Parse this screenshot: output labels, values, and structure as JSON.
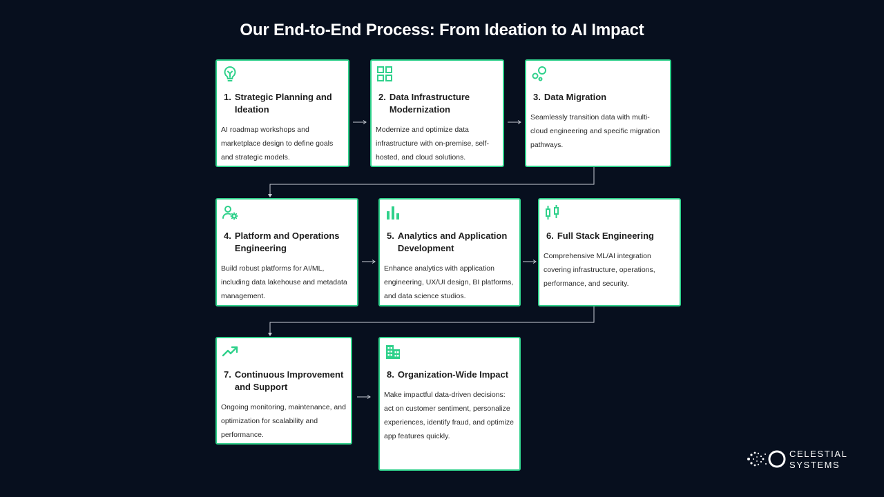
{
  "title": "Our End-to-End Process: From Ideation to AI Impact",
  "accent_color": "#2fd18b",
  "background_color": "#070f1e",
  "steps": [
    {
      "num": "1.",
      "title": "Strategic Planning and Ideation",
      "icon": "lightbulb-icon",
      "desc": "AI roadmap workshops and marketplace design to define goals and strategic models."
    },
    {
      "num": "2.",
      "title": "Data Infrastructure Modernization",
      "icon": "grid-icon",
      "desc": "Modernize and optimize data infrastructure with on-premise, self-hosted, and cloud solutions."
    },
    {
      "num": "3.",
      "title": "Data Migration",
      "icon": "bubbles-icon",
      "desc": "Seamlessly transition data with multi-cloud engineering and specific migration pathways."
    },
    {
      "num": "4.",
      "title": "Platform and Operations Engineering",
      "icon": "user-gear-icon",
      "desc": "Build robust platforms for AI/ML, including data lakehouse and metadata management."
    },
    {
      "num": "5.",
      "title": "Analytics and Application Development",
      "icon": "bar-chart-icon",
      "desc": "Enhance analytics with application engineering, UX/UI design, BI platforms, and data science studios."
    },
    {
      "num": "6.",
      "title": "Full Stack Engineering",
      "icon": "candlestick-icon",
      "desc": "Comprehensive ML/AI integration covering infrastructure, operations, performance, and security."
    },
    {
      "num": "7.",
      "title": "Continuous Improvement and Support",
      "icon": "trending-up-icon",
      "desc": "Ongoing monitoring, maintenance, and optimization for scalability and performance."
    },
    {
      "num": "8.",
      "title": "Organization-Wide Impact",
      "icon": "building-icon",
      "desc": "Make impactful data-driven decisions: act on customer sentiment, personalize experiences, identify fraud, and optimize app features quickly."
    }
  ],
  "logo": {
    "line1": "CELESTIAL",
    "line2": "SYSTEMS",
    "icon": "celestial-logo-icon"
  }
}
